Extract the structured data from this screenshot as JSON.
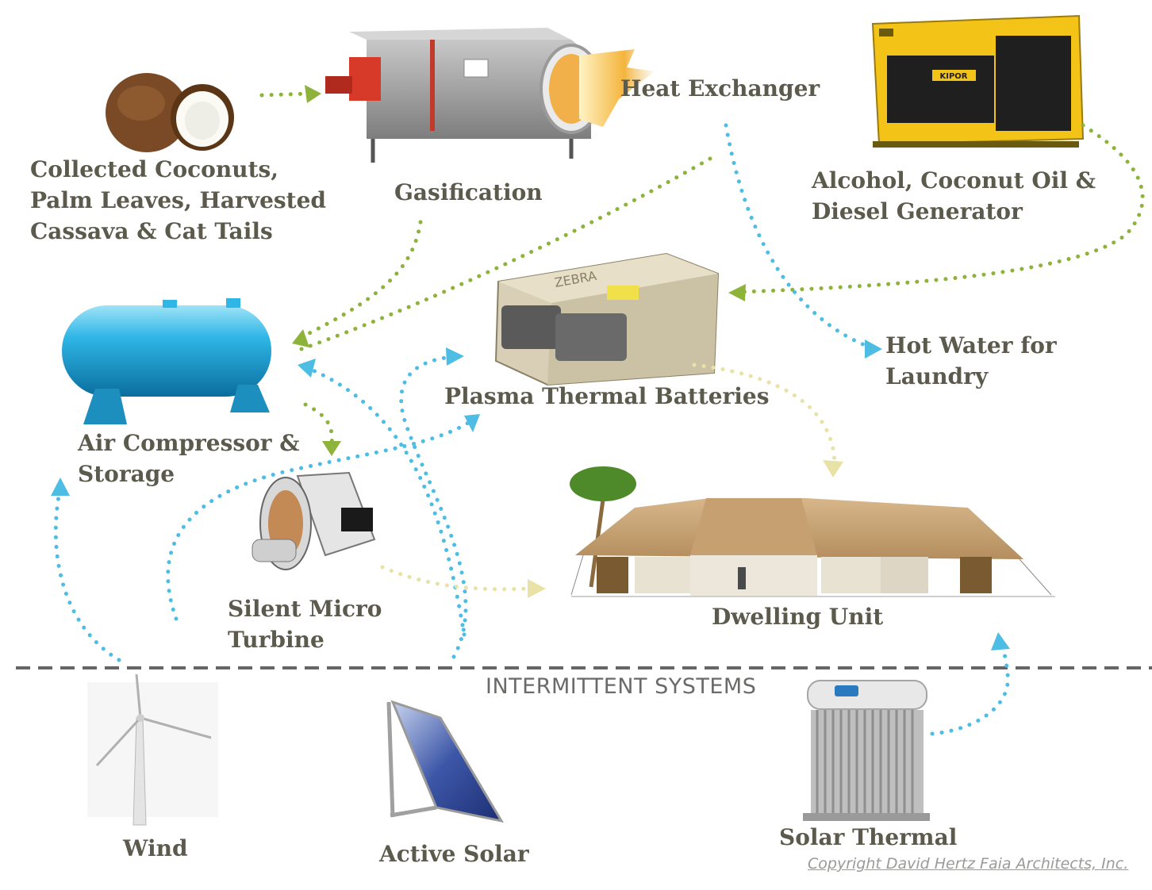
{
  "nodes": {
    "coconuts": {
      "lines": [
        "Collected Coconuts,",
        "Palm Leaves, Harvested",
        "Cassava & Cat Tails"
      ]
    },
    "gasification": {
      "lines": [
        "Gasification"
      ]
    },
    "heat_exchanger": {
      "lines": [
        "Heat Exchanger"
      ]
    },
    "generator": {
      "lines": [
        "Alcohol, Coconut Oil &",
        "Diesel Generator"
      ],
      "brand": "KIPOR"
    },
    "batteries": {
      "lines": [
        "Plasma Thermal Batteries"
      ],
      "brand": "ZEBRA"
    },
    "hot_water": {
      "lines": [
        "Hot Water for",
        "Laundry"
      ]
    },
    "air_compressor": {
      "lines": [
        "Air Compressor &",
        "Storage"
      ]
    },
    "micro_turbine": {
      "lines": [
        "Silent Micro",
        "Turbine"
      ]
    },
    "dwelling": {
      "lines": [
        "Dwelling Unit"
      ]
    },
    "wind": {
      "lines": [
        "Wind"
      ]
    },
    "active_solar": {
      "lines": [
        "Active Solar"
      ]
    },
    "solar_thermal": {
      "lines": [
        "Solar Thermal"
      ]
    }
  },
  "section_title": "INTERMITTENT SYSTEMS",
  "copyright": "Copyright David Hertz Faia Architects, Inc.",
  "colors": {
    "label_text": "#5b5a4c",
    "green_flow": "#8db33a",
    "blue_flow": "#4dbde3",
    "yellow_flow": "#e9e2a6",
    "divider": "#666666"
  },
  "flows": [
    {
      "from": "coconuts",
      "to": "gasification",
      "color": "green"
    },
    {
      "from": "gasification",
      "to": "air_compressor",
      "color": "green"
    },
    {
      "from": "heat_exchanger",
      "to": "air_compressor",
      "color": "green"
    },
    {
      "from": "generator",
      "to": "batteries",
      "color": "green"
    },
    {
      "from": "air_compressor",
      "to": "micro_turbine",
      "color": "green"
    },
    {
      "from": "heat_exchanger",
      "to": "hot_water",
      "color": "blue"
    },
    {
      "from": "wind",
      "to": "air_compressor",
      "color": "blue"
    },
    {
      "from": "micro_turbine",
      "to": "batteries",
      "color": "blue"
    },
    {
      "from": "active_solar",
      "to": "batteries",
      "color": "blue"
    },
    {
      "from": "active_solar",
      "to": "air_compressor",
      "color": "blue"
    },
    {
      "from": "solar_thermal",
      "to": "dwelling",
      "color": "blue"
    },
    {
      "from": "batteries",
      "to": "dwelling",
      "color": "yellow"
    },
    {
      "from": "micro_turbine",
      "to": "dwelling",
      "color": "yellow"
    }
  ]
}
